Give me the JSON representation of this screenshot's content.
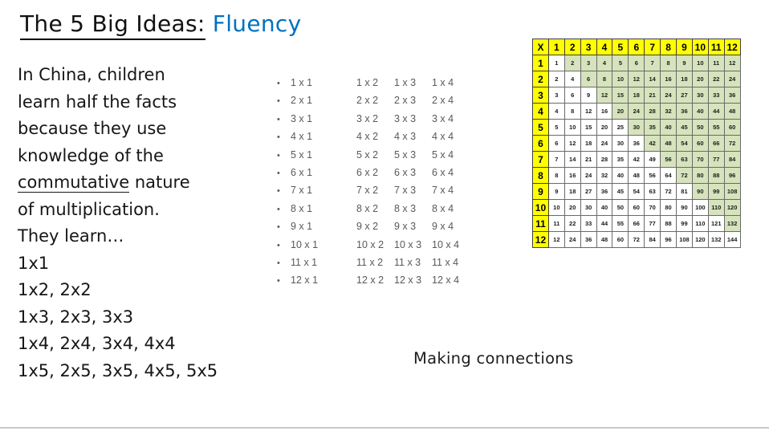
{
  "slide": {
    "title": {
      "prefix": "The 5 Big Ideas:",
      "highlight": " Fluency",
      "highlight_color": "#0070C0"
    },
    "intro": {
      "lines": [
        [
          {
            "t": "In China, children"
          }
        ],
        [
          {
            "t": "learn half the facts"
          }
        ],
        [
          {
            "t": "because they use"
          }
        ],
        [
          {
            "t": "knowledge of the"
          }
        ],
        [
          {
            "t": "commutative",
            "u": true
          },
          {
            "t": " nature"
          }
        ],
        [
          {
            "t": "of multiplication."
          }
        ],
        [
          {
            "t": "They learn…"
          }
        ],
        [
          {
            "t": "1x1"
          }
        ],
        [
          {
            "t": "1x2, 2x2"
          }
        ],
        [
          {
            "t": "1x3, 2x3, 3x3"
          }
        ],
        [
          {
            "t": "1x4, 2x4, 3x4, 4x4"
          }
        ],
        [
          {
            "t": "1x5, 2x5, 3x5, 4x5, 5x5"
          }
        ]
      ]
    },
    "facts_list": {
      "bullet": "•",
      "text_color": "#595959",
      "rows": [
        [
          "1 x 1",
          "1 x 2",
          "1 x 3",
          "1 x 4"
        ],
        [
          "2 x 1",
          "2 x 2",
          "2 x 3",
          "2 x 4"
        ],
        [
          "3 x 1",
          "3 x 2",
          "3 x 3",
          "3 x 4"
        ],
        [
          "4 x 1",
          "4 x 2",
          "4 x 3",
          "4 x 4"
        ],
        [
          "5 x 1",
          "5 x 2",
          "5 x 3",
          "5 x 4"
        ],
        [
          "6 x 1",
          "6 x 2",
          "6 x 3",
          "6 x 4"
        ],
        [
          "7 x 1",
          "7 x 2",
          "7 x 3",
          "7 x 4"
        ],
        [
          "8 x 1",
          "8 x 2",
          "8 x 3",
          "8 x 4"
        ],
        [
          "9 x 1",
          "9 x 2",
          "9 x 3",
          "9 x 4"
        ],
        [
          "10 x 1",
          "10 x 2",
          "10 x 3",
          "10 x 4"
        ],
        [
          "11 x 1",
          "11 x 2",
          "11 x 3",
          "11 x 4"
        ],
        [
          "12 x 1",
          "12 x 2",
          "12 x 3",
          "12 x 4"
        ]
      ]
    },
    "table": {
      "corner": "X",
      "header_bg": "#FFFF00",
      "shaded_bg": "#D6E3BC",
      "shading_rule": "cells where column index is greater than row index are shaded green",
      "col_headers": [
        1,
        2,
        3,
        4,
        5,
        6,
        7,
        8,
        9,
        10,
        11,
        12
      ],
      "row_headers": [
        1,
        2,
        3,
        4,
        5,
        6,
        7,
        8,
        9,
        10,
        11,
        12
      ],
      "rows": [
        [
          1,
          2,
          3,
          4,
          5,
          6,
          7,
          8,
          9,
          10,
          11,
          12
        ],
        [
          2,
          4,
          6,
          8,
          10,
          12,
          14,
          16,
          18,
          20,
          22,
          24
        ],
        [
          3,
          6,
          9,
          12,
          15,
          18,
          21,
          24,
          27,
          30,
          33,
          36
        ],
        [
          4,
          8,
          12,
          16,
          20,
          24,
          28,
          32,
          36,
          40,
          44,
          48
        ],
        [
          5,
          10,
          15,
          20,
          25,
          30,
          35,
          40,
          45,
          50,
          55,
          60
        ],
        [
          6,
          12,
          18,
          24,
          30,
          36,
          42,
          48,
          54,
          60,
          66,
          72
        ],
        [
          7,
          14,
          21,
          28,
          35,
          42,
          49,
          56,
          63,
          70,
          77,
          84
        ],
        [
          8,
          16,
          24,
          32,
          40,
          48,
          56,
          64,
          72,
          80,
          88,
          96
        ],
        [
          9,
          18,
          27,
          36,
          45,
          54,
          63,
          72,
          81,
          90,
          99,
          108
        ],
        [
          10,
          20,
          30,
          40,
          50,
          60,
          70,
          80,
          90,
          100,
          110,
          120
        ],
        [
          11,
          22,
          33,
          44,
          55,
          66,
          77,
          88,
          99,
          110,
          121,
          132
        ],
        [
          12,
          24,
          36,
          48,
          60,
          72,
          84,
          96,
          108,
          120,
          132,
          144
        ]
      ]
    },
    "caption": "Making connections",
    "rule_color": "#c9c9c9"
  }
}
